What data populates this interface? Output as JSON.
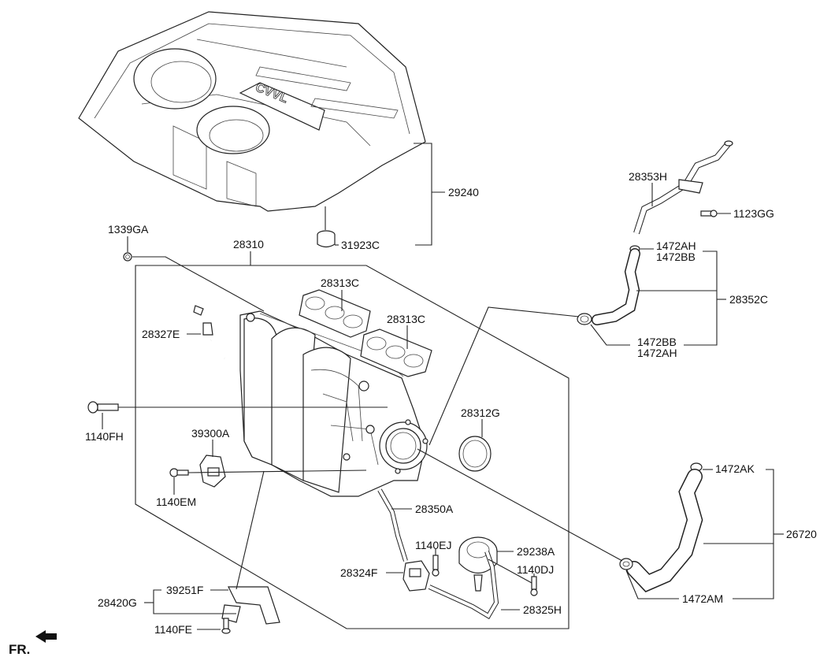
{
  "diagram": {
    "labels": {
      "p29240": "29240",
      "p31923C": "31923C",
      "p1339GA": "1339GA",
      "p28310": "28310",
      "p28313C_a": "28313C",
      "p28313C_b": "28313C",
      "p28327E": "28327E",
      "p1140FH": "1140FH",
      "p28312G": "28312G",
      "p39300A": "39300A",
      "p1140EM": "1140EM",
      "p28350A": "28350A",
      "p1140EJ": "1140EJ",
      "p29238A": "29238A",
      "p28324F": "28324F",
      "p1140DJ": "1140DJ",
      "p28420G": "28420G",
      "p39251F": "39251F",
      "p28325H": "28325H",
      "p1140FE": "1140FE",
      "p28353H": "28353H",
      "p1123GG": "1123GG",
      "p1472AH_top": "1472AH",
      "p1472BB_top": "1472BB",
      "p28352C": "28352C",
      "p1472BB_bot": "1472BB",
      "p1472AH_bot": "1472AH",
      "p1472AK": "1472AK",
      "p26720": "26720",
      "p1472AM": "1472AM"
    },
    "cover_logo": "CVVL",
    "direction_marker": "FR."
  }
}
